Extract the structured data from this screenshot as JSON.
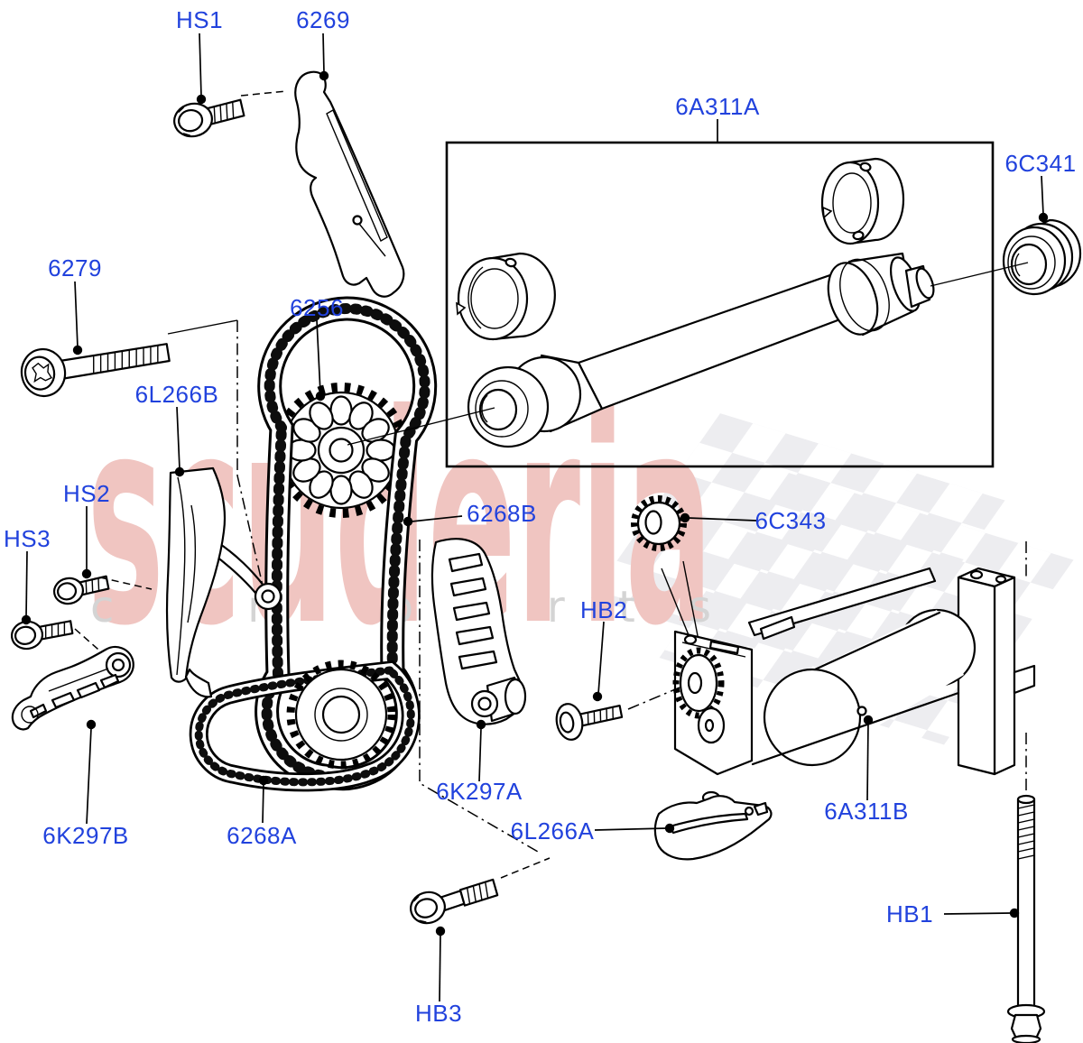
{
  "watermark": {
    "brand": "scuderia",
    "tagline": "car parts"
  },
  "colors": {
    "label_blue": "#2142dd",
    "line": "#000000",
    "brand_pink": "#f0c5c1",
    "tagline_gray": "#d4d4d4",
    "flag_gray": "#dcdce2",
    "background": "#ffffff"
  },
  "parts": [
    {
      "id": "HS1",
      "label": "HS1"
    },
    {
      "id": "6269",
      "label": "6269"
    },
    {
      "id": "6A311A",
      "label": "6A311A"
    },
    {
      "id": "6C341",
      "label": "6C341"
    },
    {
      "id": "6279",
      "label": "6279"
    },
    {
      "id": "6256",
      "label": "6256"
    },
    {
      "id": "6L266B",
      "label": "6L266B"
    },
    {
      "id": "HS2",
      "label": "HS2"
    },
    {
      "id": "HS3",
      "label": "HS3"
    },
    {
      "id": "6268B",
      "label": "6268B"
    },
    {
      "id": "6C343",
      "label": "6C343"
    },
    {
      "id": "HB2",
      "label": "HB2"
    },
    {
      "id": "6K297A",
      "label": "6K297A"
    },
    {
      "id": "6L266A",
      "label": "6L266A"
    },
    {
      "id": "6A311B",
      "label": "6A311B"
    },
    {
      "id": "6K297B",
      "label": "6K297B"
    },
    {
      "id": "6268A",
      "label": "6268A"
    },
    {
      "id": "HB1",
      "label": "HB1"
    },
    {
      "id": "HB3",
      "label": "HB3"
    }
  ]
}
